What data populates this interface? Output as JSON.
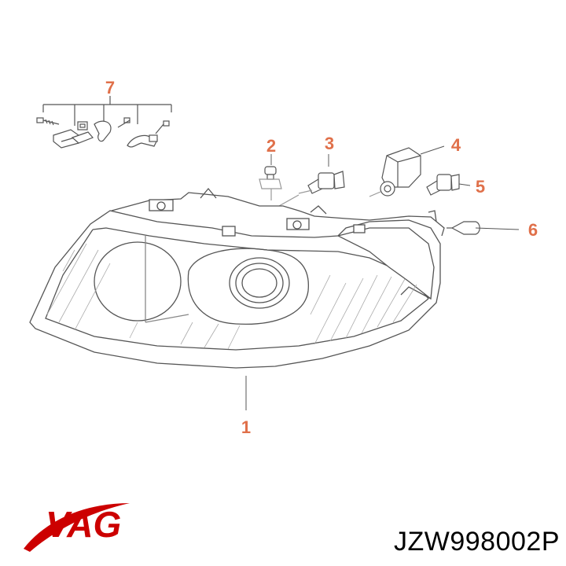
{
  "callouts": {
    "c1": "1",
    "c2": "2",
    "c3": "3",
    "c4": "4",
    "c5": "5",
    "c6": "6",
    "c7": "7"
  },
  "brand": {
    "logo_text": "VAG"
  },
  "part_number": "JZW998002P",
  "colors": {
    "callout": "#e0704a",
    "line": "#555555",
    "brand": "#cc0000",
    "text": "#000000"
  }
}
